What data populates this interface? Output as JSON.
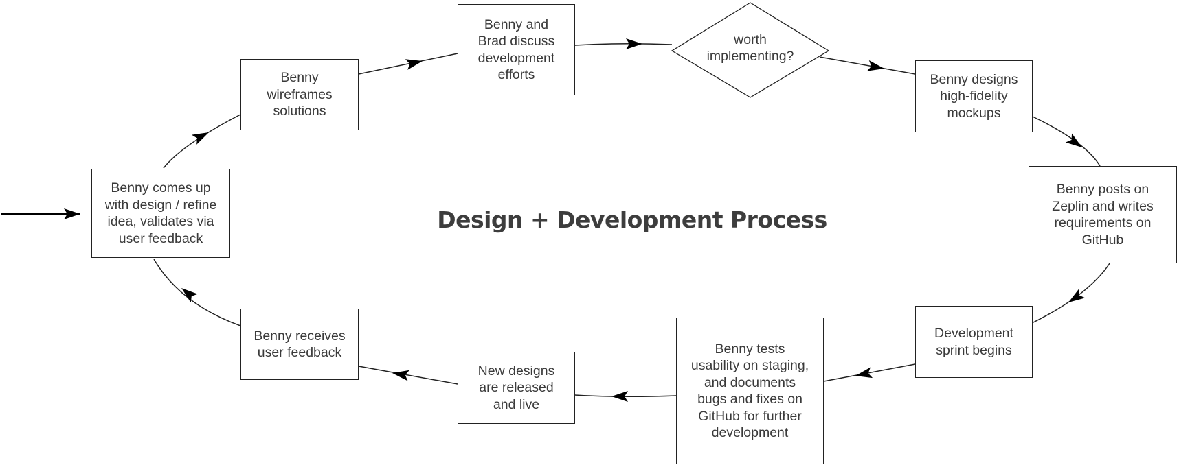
{
  "title": "Design + Development Process",
  "colors": {
    "stroke": "#222222",
    "text": "#3a3a3a",
    "title_text": "#3d3d3d",
    "background": "#ffffff"
  },
  "nodes": [
    {
      "id": "ideate",
      "shape": "box",
      "text": "Benny comes up\nwith design / refine\nidea, validates via\nuser feedback"
    },
    {
      "id": "wireframe",
      "shape": "box",
      "text": "Benny\nwireframes\nsolutions"
    },
    {
      "id": "discuss",
      "shape": "box",
      "text": "Benny and\nBrad discuss\ndevelopment\nefforts"
    },
    {
      "id": "decision",
      "shape": "diamond",
      "text": "worth\nimplementing?"
    },
    {
      "id": "mockups",
      "shape": "box",
      "text": "Benny designs\nhigh-fidelity\nmockups"
    },
    {
      "id": "zeplin",
      "shape": "box",
      "text": "Benny posts on\nZeplin and writes\nrequirements on\nGitHub"
    },
    {
      "id": "sprint",
      "shape": "box",
      "text": "Development\nsprint begins"
    },
    {
      "id": "testing",
      "shape": "box",
      "text": "Benny tests\nusability on staging,\nand documents\nbugs and fixes on\nGitHub for further\ndevelopment"
    },
    {
      "id": "release",
      "shape": "box",
      "text": "New designs\nare released\nand live"
    },
    {
      "id": "feedback",
      "shape": "box",
      "text": "Benny receives\nuser feedback"
    }
  ],
  "edges": [
    {
      "from": "entry",
      "to": "ideate"
    },
    {
      "from": "ideate",
      "to": "wireframe"
    },
    {
      "from": "wireframe",
      "to": "discuss"
    },
    {
      "from": "discuss",
      "to": "decision"
    },
    {
      "from": "decision",
      "to": "mockups"
    },
    {
      "from": "mockups",
      "to": "zeplin"
    },
    {
      "from": "zeplin",
      "to": "sprint"
    },
    {
      "from": "sprint",
      "to": "testing"
    },
    {
      "from": "testing",
      "to": "release"
    },
    {
      "from": "release",
      "to": "feedback"
    },
    {
      "from": "feedback",
      "to": "ideate"
    }
  ]
}
